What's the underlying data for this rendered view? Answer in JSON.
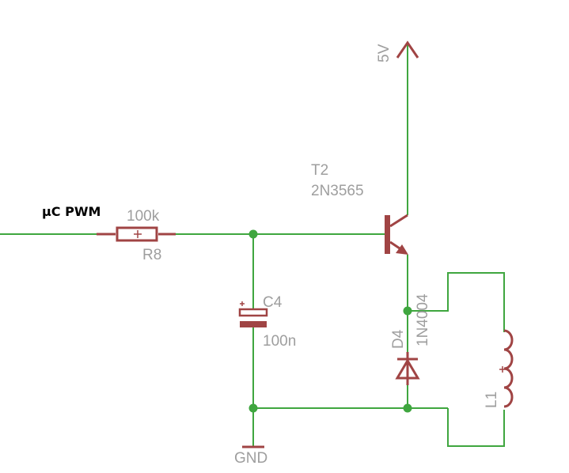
{
  "schematic": {
    "net_label": "µC PWM",
    "supply": {
      "label": "5V"
    },
    "ground": {
      "label": "GND"
    },
    "components": {
      "r8": {
        "name": "R8",
        "value": "100k"
      },
      "c4": {
        "name": "C4",
        "value": "100n"
      },
      "t2": {
        "name": "T2",
        "value": "2N3565"
      },
      "d4": {
        "name": "D4",
        "value": "1N4004"
      },
      "l1": {
        "name": "L1"
      }
    },
    "colors": {
      "wire": "#3fa63f",
      "component": "#a04444",
      "label": "#9e9e9e",
      "net_label": "#000000"
    }
  }
}
